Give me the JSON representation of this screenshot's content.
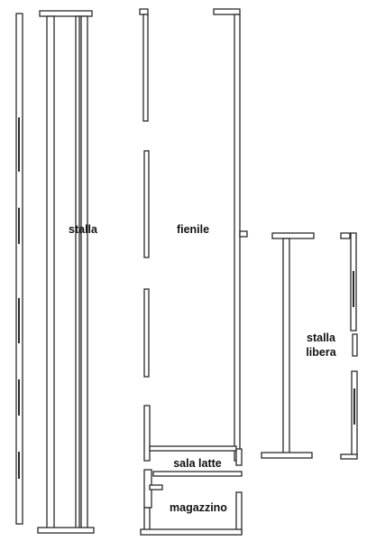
{
  "rooms": {
    "stalla": "stalla",
    "fienile": "fienile",
    "stalla_libera": [
      "stalla",
      "libera"
    ],
    "sala_latte": "sala latte",
    "magazzino": "magazzino"
  },
  "colors": {
    "wall": "#2a2a2a",
    "background": "#ffffff"
  }
}
